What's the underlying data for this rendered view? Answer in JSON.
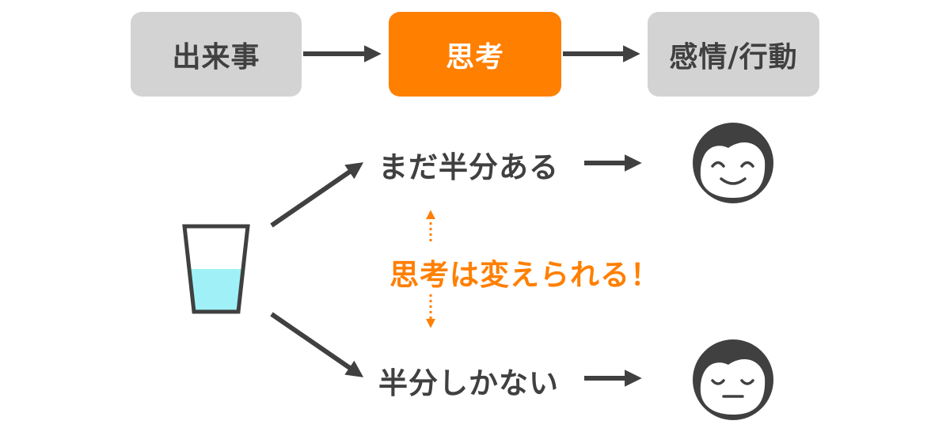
{
  "flow": {
    "event_label": "出来事",
    "thought_label": "思考",
    "emotion_label": "感情/行動"
  },
  "example": {
    "positive_thought": "まだ半分ある",
    "negative_thought": "半分しかない",
    "message": "思考は変えられる！"
  },
  "icons": {
    "glass": "glass-of-water-icon",
    "happy": "smiling-face-icon",
    "calm": "expressionless-face-icon"
  },
  "colors": {
    "accent": "#ff7f00",
    "box_gray": "#d3d3d3",
    "text_dark": "#404040",
    "water": "#9ff1f7"
  }
}
